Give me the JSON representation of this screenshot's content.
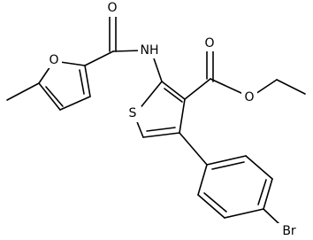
{
  "molecule": {
    "atom_labels": {
      "o_amide_carbonyl": "O",
      "nh_amide": "NH",
      "o_furan": "O",
      "s_thiophene": "S",
      "o_ester_carbonyl": "O",
      "o_ester_ether": "O",
      "br": "Br"
    }
  },
  "colors": {
    "bond": "#000000",
    "label": "#000000",
    "background": "#ffffff"
  }
}
